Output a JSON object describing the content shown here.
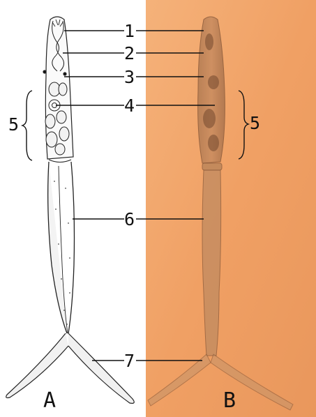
{
  "labels": {
    "l1": "1",
    "l2": "2",
    "l3": "3",
    "l4": "4",
    "l5_left": "5",
    "l5_right": "5",
    "l6": "6",
    "l7": "7"
  },
  "panels": {
    "a": "A",
    "b": "B"
  },
  "colors": {
    "photo_background": "#f2a66a",
    "drawing_background": "#ffffff",
    "ink": "#111111"
  }
}
